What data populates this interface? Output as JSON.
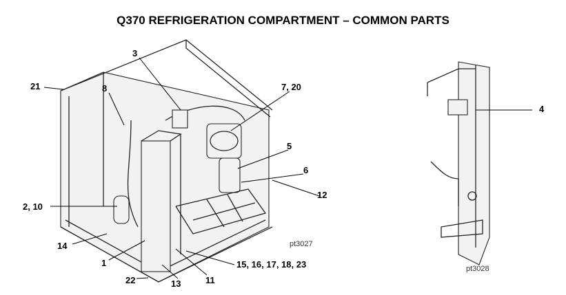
{
  "title": "Q370 REFRIGERATION COMPARTMENT – COMMON PARTS",
  "left_figure": {
    "id": "pt3027",
    "callouts": [
      "3",
      "8",
      "21",
      "7, 20",
      "5",
      "6",
      "12",
      "2, 10",
      "14",
      "1",
      "22",
      "13",
      "11",
      "15, 16, 17, 18, 23"
    ]
  },
  "right_figure": {
    "id": "pt3028",
    "callouts": [
      "4"
    ]
  }
}
